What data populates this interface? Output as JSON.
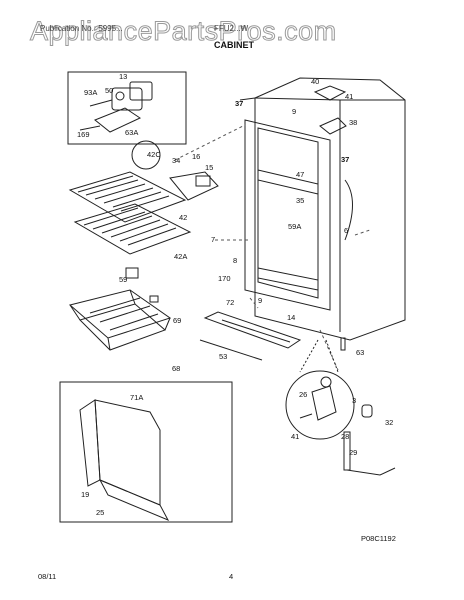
{
  "header": {
    "watermark": "AppliancePartsPros.com",
    "publication": "Publication No.: 5995...",
    "model": "FFU2...W",
    "section": "CABINET"
  },
  "footer": {
    "date": "08/11",
    "page": "4",
    "drawing_code": "P08C1192"
  },
  "callouts": [
    {
      "id": "c40",
      "text": "40"
    },
    {
      "id": "c41a",
      "text": "41"
    },
    {
      "id": "c38",
      "text": "38"
    },
    {
      "id": "c37a",
      "text": "37"
    },
    {
      "id": "c9a",
      "text": "9"
    },
    {
      "id": "c37b",
      "text": "37"
    },
    {
      "id": "c47",
      "text": "47"
    },
    {
      "id": "c35",
      "text": "35"
    },
    {
      "id": "c59a",
      "text": "59A"
    },
    {
      "id": "c6",
      "text": "6"
    },
    {
      "id": "c7",
      "text": "7"
    },
    {
      "id": "c8",
      "text": "8"
    },
    {
      "id": "c9b",
      "text": "9"
    },
    {
      "id": "c170",
      "text": "170"
    },
    {
      "id": "c72",
      "text": "72"
    },
    {
      "id": "c14",
      "text": "14"
    },
    {
      "id": "c63",
      "text": "63"
    },
    {
      "id": "c53",
      "text": "53"
    },
    {
      "id": "c16",
      "text": "16"
    },
    {
      "id": "c15",
      "text": "15"
    },
    {
      "id": "c34",
      "text": "34"
    },
    {
      "id": "c42c",
      "text": "42C"
    },
    {
      "id": "c42",
      "text": "42"
    },
    {
      "id": "c42a",
      "text": "42A"
    },
    {
      "id": "c59",
      "text": "59"
    },
    {
      "id": "c69",
      "text": "69"
    },
    {
      "id": "c68",
      "text": "68"
    },
    {
      "id": "c71a",
      "text": "71A"
    },
    {
      "id": "c19",
      "text": "19"
    },
    {
      "id": "c25",
      "text": "25"
    },
    {
      "id": "c13",
      "text": "13"
    },
    {
      "id": "c93a",
      "text": "93A"
    },
    {
      "id": "c50",
      "text": "50"
    },
    {
      "id": "c63a",
      "text": "63A"
    },
    {
      "id": "c169",
      "text": "169"
    },
    {
      "id": "c26",
      "text": "26"
    },
    {
      "id": "c3",
      "text": "3"
    },
    {
      "id": "c32",
      "text": "32"
    },
    {
      "id": "c41b",
      "text": "41"
    },
    {
      "id": "c28",
      "text": "28"
    },
    {
      "id": "c29",
      "text": "29"
    }
  ]
}
